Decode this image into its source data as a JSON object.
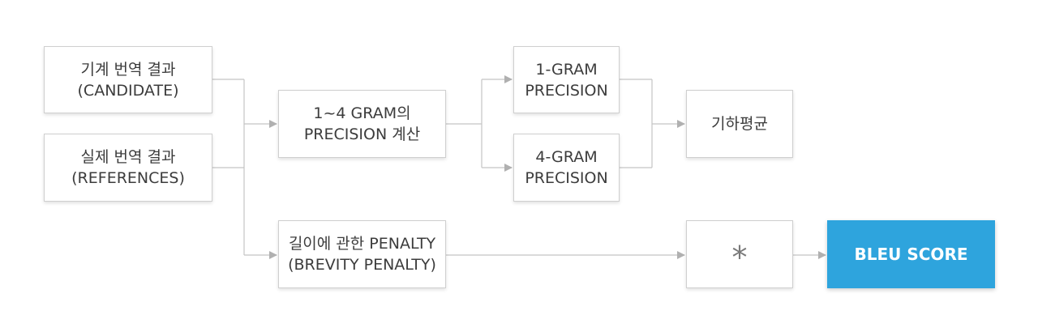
{
  "colors": {
    "accent": "#2ea4dd",
    "border": "#cfcfcf",
    "connector": "#c4c4c4",
    "arrowhead": "#b0b0b0",
    "text": "#3c3c3c"
  },
  "nodes": {
    "candidate": {
      "line1": "기계 번역 결과",
      "line2": "(CANDIDATE)"
    },
    "references": {
      "line1": "실제 번역 결과",
      "line2": "(REFERENCES)"
    },
    "precision_calc": {
      "line1": "1~4 GRAM의",
      "line2": "PRECISION 계산"
    },
    "gram1": {
      "line1": "1-GRAM",
      "line2": "PRECISION"
    },
    "gram4": {
      "line1": "4-GRAM",
      "line2": "PRECISION"
    },
    "geo_mean": {
      "line1": "기하평균"
    },
    "brevity": {
      "line1": "길이에 관한 PENALTY",
      "line2": "(BREVITY PENALTY)"
    },
    "multiply": {
      "symbol": "*"
    },
    "bleu": {
      "label": "BLEU SCORE"
    }
  }
}
